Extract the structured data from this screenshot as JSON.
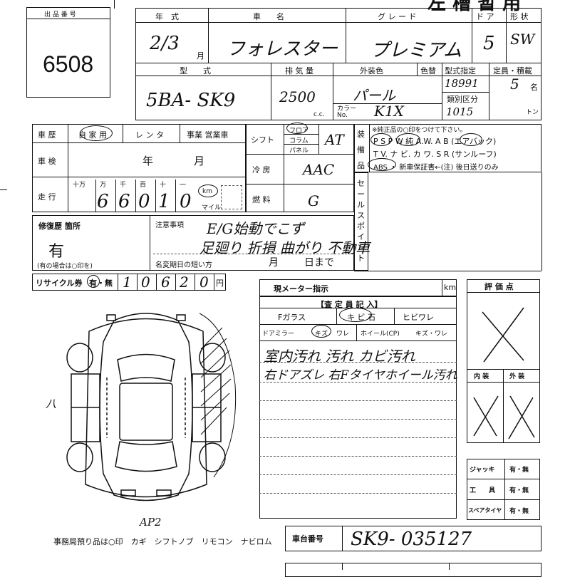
{
  "lot": {
    "label": "出 品 番 号",
    "number": "6508"
  },
  "header": {
    "title": "左 槽 暂 用"
  },
  "vehicle": {
    "col_year": "年　式",
    "col_name": "車　　名",
    "col_grade": "グ レ ー ド",
    "col_doors": "ド ア",
    "col_shape": "形 状",
    "year_value": "2/3",
    "month_unit": "月",
    "name_value": "フォレスター",
    "grade_value": "プレミアム",
    "doors_value": "5",
    "shape_value": "SW",
    "col_model": "型　　式",
    "col_displacement": "排 気 量",
    "col_color": "外装色",
    "col_repaint": "色替",
    "col_type_code": "型式指定",
    "col_capacity": "定員・積載",
    "model_value": "5BA- SK9",
    "displacement_value": "2500",
    "cc_unit": "c.c.",
    "color_value": "パール",
    "color_no_label": "カラー No.",
    "color_no_value": "K1X",
    "type_code_value": "18991",
    "class_label": "類別区分",
    "class_value": "1015",
    "capacity_value": "5",
    "capacity_unit": "名",
    "ton_unit": "トン"
  },
  "history": {
    "label": "車 歴",
    "own": "自 家 用",
    "rental": "レ ン タ",
    "business": "事業 営業車",
    "inspection_label": "車 検",
    "year_unit": "年",
    "month_unit": "月",
    "mileage_label": "走 行",
    "digit_labels": [
      "十万",
      "万",
      "千",
      "百",
      "十",
      "一"
    ],
    "mileage_digits": [
      "6",
      "6",
      "0",
      "1",
      "0"
    ],
    "km_unit": "km",
    "mile_unit": "マイル"
  },
  "shift": {
    "label": "シフト",
    "opt_floor": "フロア",
    "opt_column": "コラム",
    "opt_panel": "パネル",
    "value": "AT"
  },
  "ac": {
    "label": "冷 房",
    "value": "AAC"
  },
  "fuel": {
    "label": "燃 料",
    "value": "G"
  },
  "equipment": {
    "label": "装 備 品",
    "note": "※純正品の○印をつけて下さい。",
    "line1": "P S  P W  純 A.W.  A B (エアバック)",
    "line2": "T V. ナ ビ. カ ワ. S R (サンルーフ)",
    "line3": "ABS ・ 新車保証書←(注) 後日送りのみ"
  },
  "sales_point": {
    "label": "セールスポイント"
  },
  "repair": {
    "label": "修復歴 箇所",
    "value": "有",
    "note": "(有の場合は○印を)"
  },
  "attention": {
    "label": "注意事項",
    "line1": "E/G始動でこず",
    "line2": "足廻り 折損 曲がり 不動車",
    "deadline_label": "名変期日の短い方",
    "month_unit": "月",
    "day_unit": "日まで"
  },
  "recycle": {
    "label": "リサイクル券",
    "options": "有・無",
    "digits": [
      "1",
      "0",
      "6",
      "2",
      "0"
    ],
    "yen": "円"
  },
  "meter": {
    "label": "現メーター指示",
    "unit": "km"
  },
  "inspector": {
    "title": "【査 定 員 記 入】",
    "glass": "Fガラス",
    "crack_small": "キ ビ 石",
    "crack": "ヒビワレ",
    "mirror": "ドアミラー",
    "mirror_scratch": "キズ",
    "mirror_crack": "ワレ",
    "wheel": "ホイール(CP)",
    "wheel_condition": "キズ・ワレ",
    "comment1": "室内汚れ 汚れ カビ汚れ",
    "comment2": "右ドアズレ 右Fタイヤホイール汚れ"
  },
  "rating": {
    "label": "評 価 点",
    "interior": "内 装",
    "exterior": "外 装"
  },
  "accessories": [
    {
      "name": "ジャッキ",
      "options": "有・無"
    },
    {
      "name": "工　　具",
      "options": "有・無"
    },
    {
      "name": "スペアタイヤ",
      "options": "有・無"
    }
  ],
  "diagram": {
    "note_left": "八",
    "note_bottom": "AP2"
  },
  "office": {
    "note": "事務局預り品は○印　カギ　シフトノブ　リモコン　ナビロム"
  },
  "chassis": {
    "label": "車台番号",
    "value": "SK9- 035127"
  }
}
